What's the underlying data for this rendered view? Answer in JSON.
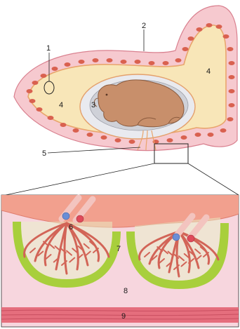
{
  "labels": {
    "l1": "1",
    "l2": "2",
    "l3": "3",
    "l4a": "4",
    "l4b": "4",
    "l5": "5",
    "l6": "6",
    "l7": "7",
    "l8": "8",
    "l9": "9"
  },
  "colors": {
    "uterine_wall": "#f6c9cf",
    "uterine_wall_stroke": "#d9808f",
    "cotyledon": "#d9614f",
    "chorion_cavity": "#f8e6b8",
    "chorion_stroke": "#e9a56c",
    "amnion_outer": "#e8e9ee",
    "amnion_inner": "#cfd1d8",
    "fetus": "#c88f6b",
    "fetus_stroke": "#8a5a3d",
    "placentome_tissue": "#f2a08e",
    "villi": "#d26457",
    "crypt_rim": "#a8cf3c",
    "crypt_bg": "#e8f1c7",
    "endometrium": "#f7d6de",
    "myometrium": "#e56e7d",
    "vessel_blue": "#6b8ed6",
    "vessel_red": "#e04a5a"
  },
  "icons": [
    "fetus-shape",
    "blood-vessel-pair",
    "cotyledon-tuft"
  ]
}
